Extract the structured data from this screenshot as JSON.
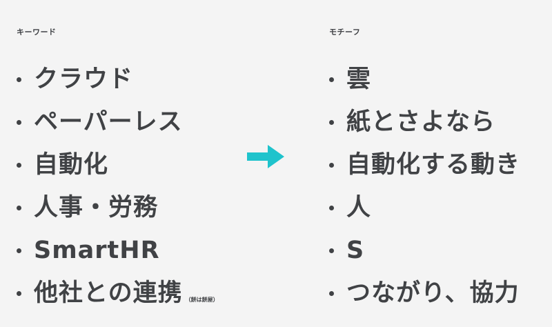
{
  "left": {
    "heading": "キーワード",
    "items": [
      {
        "label": "クラウド"
      },
      {
        "label": "ペーパーレス"
      },
      {
        "label": "自動化"
      },
      {
        "label": "人事・労務"
      },
      {
        "label": "SmartHR"
      },
      {
        "label": "他社との連携",
        "note": "（餅は餅屋）"
      }
    ]
  },
  "right": {
    "heading": "モチーフ",
    "items": [
      {
        "label": "雲"
      },
      {
        "label": "紙とさよなら"
      },
      {
        "label": "自動化する動き"
      },
      {
        "label": "人"
      },
      {
        "label": "S"
      },
      {
        "label": "つながり、協力"
      }
    ]
  },
  "arrow": {
    "icon": "arrow-right-icon",
    "color": "#1fc3cc"
  }
}
